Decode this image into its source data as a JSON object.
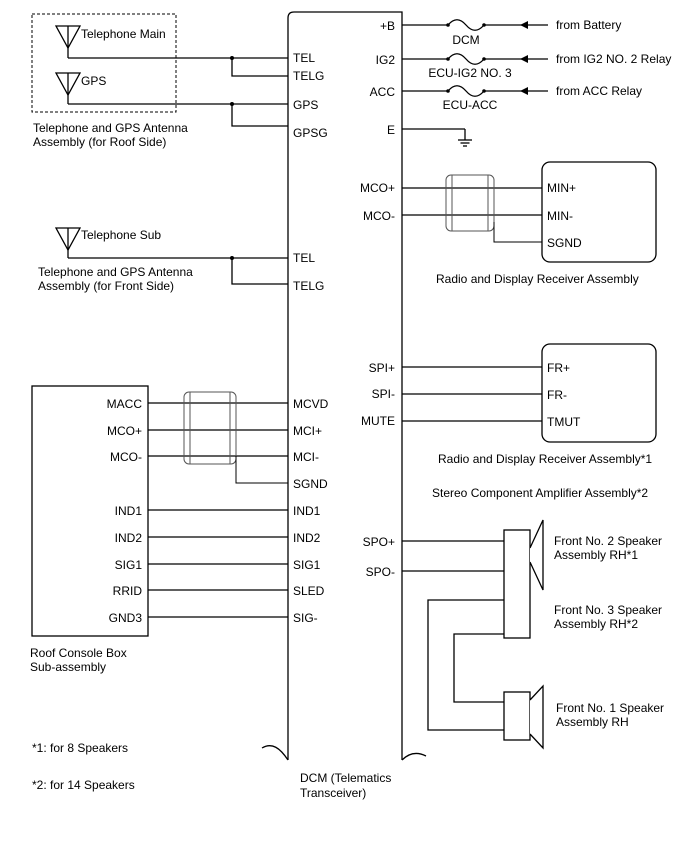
{
  "dcm": {
    "name_line1": "DCM (Telematics",
    "name_line2": "Transceiver)",
    "left_pins": [
      "TEL",
      "TELG",
      "GPS",
      "GPSG",
      "TEL",
      "TELG",
      "MCVD",
      "MCI+",
      "MCI-",
      "SGND",
      "IND1",
      "IND2",
      "SIG1",
      "SLED",
      "SIG-"
    ],
    "right_pins": [
      "+B",
      "IG2",
      "ACC",
      "E",
      "MCO+",
      "MCO-",
      "SPI+",
      "SPI-",
      "MUTE",
      "SPO+",
      "SPO-"
    ]
  },
  "power": {
    "fuses": [
      "DCM",
      "ECU-IG2 NO. 3",
      "ECU-ACC"
    ],
    "sources": [
      "from Battery",
      "from IG2 NO. 2 Relay",
      "from ACC Relay"
    ]
  },
  "antenna_roof": {
    "antenna1": "Telephone Main",
    "antenna2": "GPS",
    "caption_line1": "Telephone and GPS Antenna",
    "caption_line2": "Assembly (for Roof Side)"
  },
  "antenna_front": {
    "antenna": "Telephone Sub",
    "caption_line1": "Telephone and GPS Antenna",
    "caption_line2": "Assembly (for Front Side)"
  },
  "radio1": {
    "pins": [
      "MIN+",
      "MIN-",
      "SGND"
    ],
    "caption": "Radio and Display Receiver Assembly"
  },
  "radio2": {
    "pins": [
      "FR+",
      "FR-",
      "TMUT"
    ],
    "caption1": "Radio and Display Receiver Assembly*1",
    "caption2": "Stereo Component Amplifier Assembly*2"
  },
  "roof_console": {
    "pins": [
      "MACC",
      "MCO+",
      "MCO-",
      "IND1",
      "IND2",
      "SIG1",
      "RRID",
      "GND3"
    ],
    "caption_line1": "Roof Console Box",
    "caption_line2": "Sub-assembly"
  },
  "speakers": {
    "front2_line1": "Front No. 2 Speaker",
    "front2_line2": "Assembly RH*1",
    "front3_line1": "Front No. 3 Speaker",
    "front3_line2": "Assembly RH*2",
    "front1_line1": "Front No. 1 Speaker",
    "front1_line2": "Assembly RH"
  },
  "notes": {
    "note1": "*1: for 8 Speakers",
    "note2": "*2: for 14 Speakers"
  }
}
